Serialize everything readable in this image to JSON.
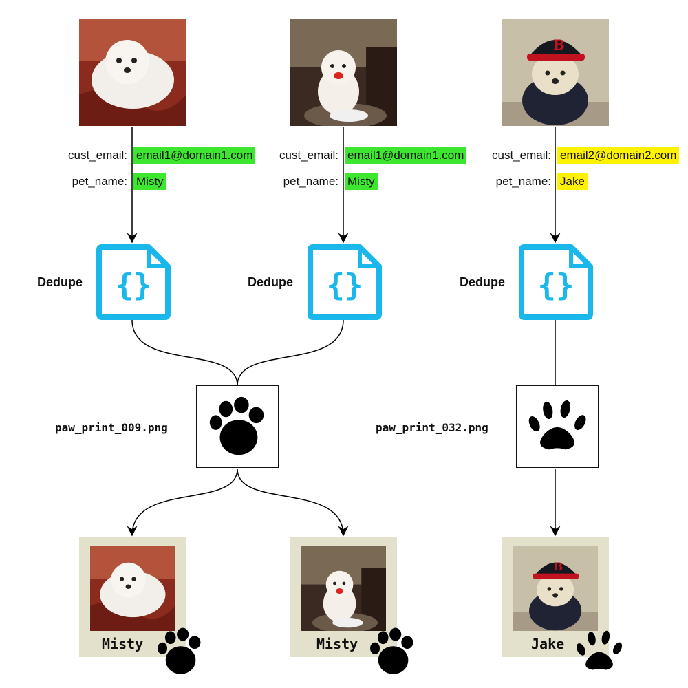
{
  "colors": {
    "match_highlight": "#3de62f",
    "distinct_highlight": "#fff200",
    "icon_accent": "#1ab7ea",
    "card_frame": "#e3e0cc"
  },
  "records": [
    {
      "photo_icon": "white-bichon-photo",
      "email_label": "cust_email:",
      "email": "email1@domain1.com",
      "pet_label": "pet_name:",
      "pet": "Misty",
      "highlight": "match"
    },
    {
      "photo_icon": "white-bichon-table-photo",
      "email_label": "cust_email:",
      "email": "email1@domain1.com",
      "pet_label": "pet_name:",
      "pet": "Misty",
      "highlight": "match"
    },
    {
      "photo_icon": "dog-in-cap-photo",
      "email_label": "cust_email:",
      "email": "email2@domain2.com",
      "pet_label": "pet_name:",
      "pet": "Jake",
      "highlight": "distinct"
    }
  ],
  "steps": [
    {
      "label": "Dedupe",
      "icon": "json-document-icon"
    },
    {
      "label": "Dedupe",
      "icon": "json-document-icon"
    },
    {
      "label": "Dedupe",
      "icon": "json-document-icon"
    }
  ],
  "paw_prints": [
    {
      "filename": "paw_print_009.png",
      "icon": "round-paw-print-icon"
    },
    {
      "filename": "paw_print_032.png",
      "icon": "pointed-paw-print-icon"
    }
  ],
  "cards": [
    {
      "caption": "Misty",
      "paw_icon": "round-paw-print-icon"
    },
    {
      "caption": "Misty",
      "paw_icon": "round-paw-print-icon"
    },
    {
      "caption": "Jake",
      "paw_icon": "pointed-paw-print-icon"
    }
  ]
}
